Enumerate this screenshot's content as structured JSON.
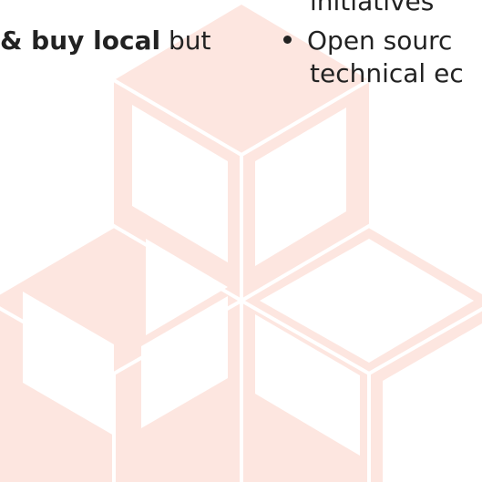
{
  "text": {
    "initiatives": "initiatives",
    "local_bold": "& buy local",
    "local_rest": " but",
    "open_source": "Open sourc",
    "technical": "technical ec"
  },
  "colors": {
    "cube_fill": "#fde6e0",
    "cube_lines": "#ffffff",
    "text": "#222222"
  }
}
